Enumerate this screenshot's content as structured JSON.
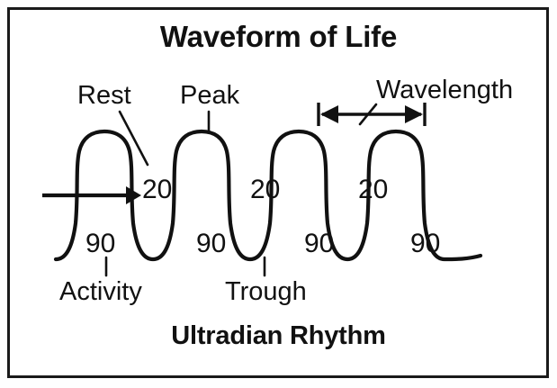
{
  "diagram": {
    "title": "Waveform of Life",
    "footer_label": "Ultradian Rhythm",
    "ink_color": "#111111",
    "background_color": "#ffffff",
    "frame_color": "#1a1a1a"
  },
  "callouts": {
    "rest": "Rest",
    "peak": "Peak",
    "wavelength": "Wavelength",
    "activity": "Activity",
    "trough": "Trough"
  },
  "values": {
    "trough_minutes": [
      "20",
      "20",
      "20"
    ],
    "peak_minutes": [
      "90",
      "90",
      "90",
      "90"
    ]
  },
  "chart_data": {
    "type": "line",
    "title": "Waveform of Life",
    "subtitle": "Ultradian Rhythm",
    "xlabel": "",
    "ylabel": "",
    "series": [
      {
        "name": "Ultradian Rhythm",
        "annotations": [
          {
            "label": "90",
            "phase": "activity-peak",
            "index": 1
          },
          {
            "label": "20",
            "phase": "rest-trough",
            "index": 1
          },
          {
            "label": "90",
            "phase": "activity-peak",
            "index": 2
          },
          {
            "label": "20",
            "phase": "rest-trough",
            "index": 2
          },
          {
            "label": "90",
            "phase": "activity-peak",
            "index": 3
          },
          {
            "label": "20",
            "phase": "rest-trough",
            "index": 3
          },
          {
            "label": "90",
            "phase": "activity-peak",
            "index": 4
          }
        ]
      }
    ],
    "callout_labels": [
      "Rest",
      "Peak",
      "Wavelength",
      "Activity",
      "Trough"
    ],
    "cycle_count": 4,
    "grid": false,
    "legend": false
  }
}
